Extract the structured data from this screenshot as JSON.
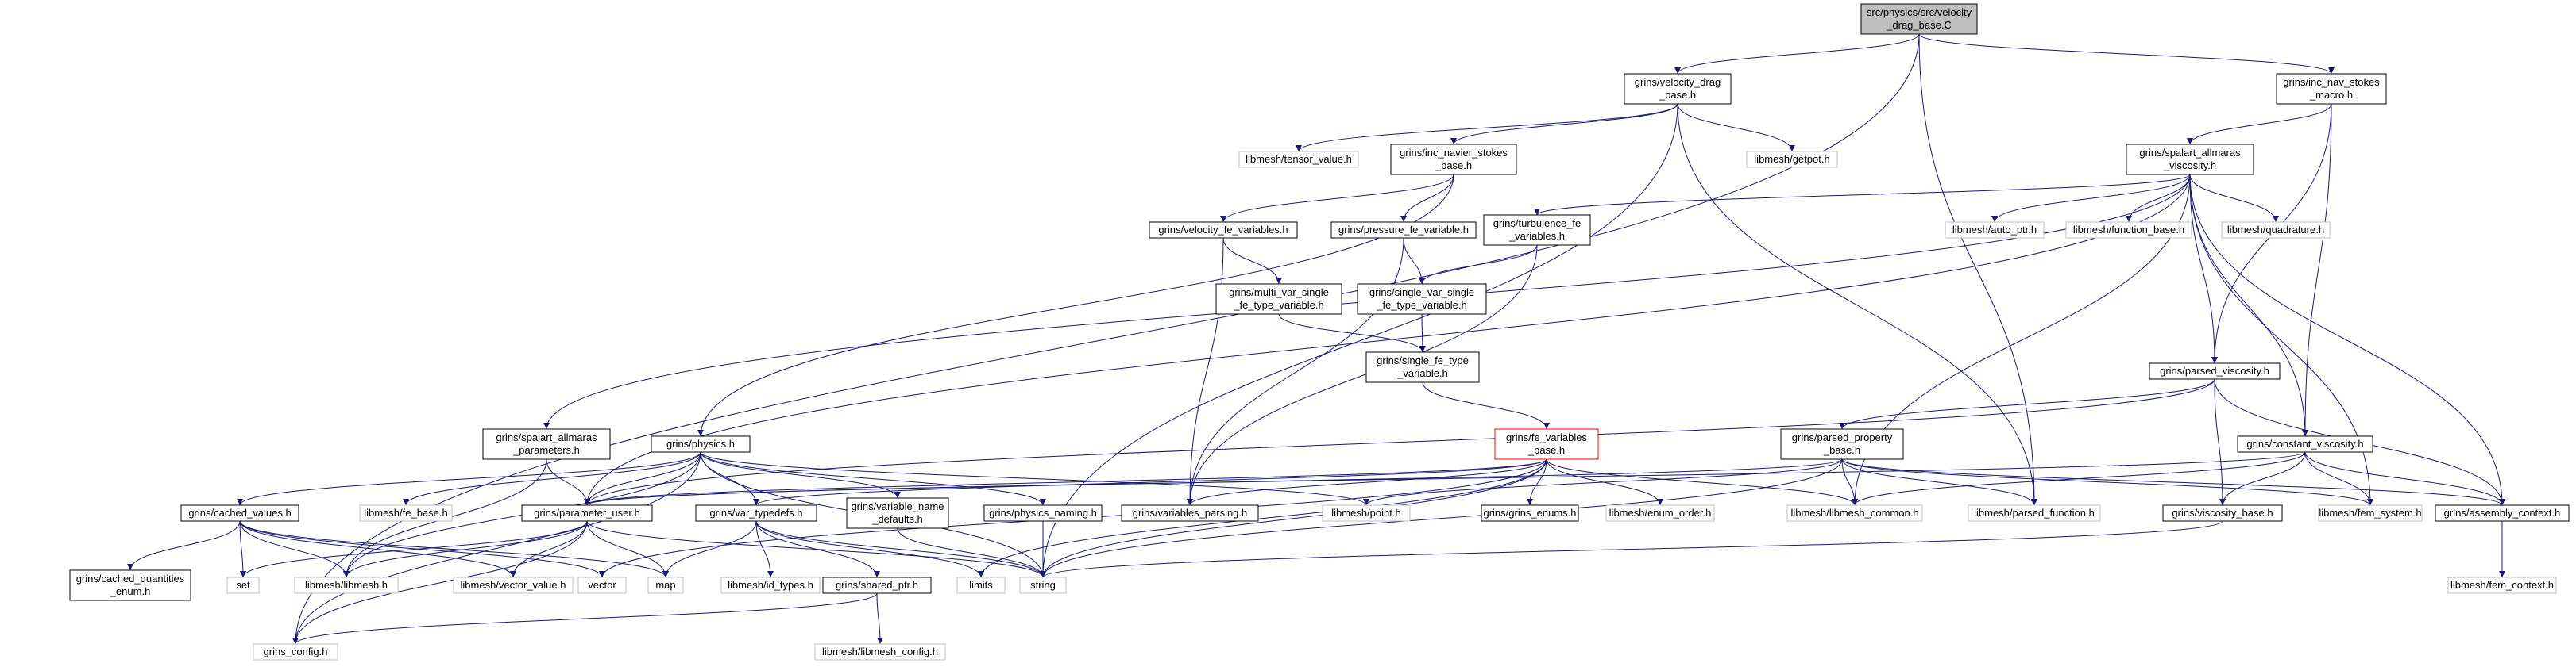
{
  "colors": {
    "edge": "#191970",
    "node_border": "#000000",
    "external_border": "#bfbfbf",
    "root_fill": "#bfbfbf",
    "highlight_border": "#ff0000",
    "text": "#000000"
  },
  "nodes": [
    {
      "id": "root",
      "lines": [
        "src/physics/src/velocity",
        "_drag_base.C"
      ],
      "style": "root"
    },
    {
      "id": "vdb",
      "lines": [
        "grins/velocity_drag",
        "_base.h"
      ],
      "style": "normal"
    },
    {
      "id": "insm",
      "lines": [
        "grins/inc_nav_stokes",
        "_macro.h"
      ],
      "style": "normal"
    },
    {
      "id": "tensor",
      "lines": [
        "libmesh/tensor_value.h"
      ],
      "style": "external"
    },
    {
      "id": "insb",
      "lines": [
        "grins/inc_navier_stokes",
        "_base.h"
      ],
      "style": "normal"
    },
    {
      "id": "getpot",
      "lines": [
        "libmesh/getpot.h"
      ],
      "style": "external"
    },
    {
      "id": "sav",
      "lines": [
        "grins/spalart_allmaras",
        "_viscosity.h"
      ],
      "style": "normal"
    },
    {
      "id": "autoptr",
      "lines": [
        "libmesh/auto_ptr.h"
      ],
      "style": "external"
    },
    {
      "id": "funcbase",
      "lines": [
        "libmesh/function_base.h"
      ],
      "style": "external"
    },
    {
      "id": "quad",
      "lines": [
        "libmesh/quadrature.h"
      ],
      "style": "external"
    },
    {
      "id": "velfe",
      "lines": [
        "grins/velocity_fe_variables.h"
      ],
      "style": "normal"
    },
    {
      "id": "presfe",
      "lines": [
        "grins/pressure_fe_variable.h"
      ],
      "style": "normal"
    },
    {
      "id": "turbfe",
      "lines": [
        "grins/turbulence_fe",
        "_variables.h"
      ],
      "style": "normal"
    },
    {
      "id": "multivar",
      "lines": [
        "grins/multi_var_single",
        "_fe_type_variable.h"
      ],
      "style": "normal"
    },
    {
      "id": "singlevar",
      "lines": [
        "grins/single_var_single",
        "_fe_type_variable.h"
      ],
      "style": "normal"
    },
    {
      "id": "singlefe",
      "lines": [
        "grins/single_fe_type",
        "_variable.h"
      ],
      "style": "normal"
    },
    {
      "id": "parsedvisc",
      "lines": [
        "grins/parsed_viscosity.h"
      ],
      "style": "normal"
    },
    {
      "id": "sap",
      "lines": [
        "grins/spalart_allmaras",
        "_parameters.h"
      ],
      "style": "normal"
    },
    {
      "id": "physics",
      "lines": [
        "grins/physics.h"
      ],
      "style": "normal"
    },
    {
      "id": "fevar",
      "lines": [
        "grins/fe_variables",
        "_base.h"
      ],
      "style": "highlight"
    },
    {
      "id": "parsedprop",
      "lines": [
        "grins/parsed_property",
        "_base.h"
      ],
      "style": "normal"
    },
    {
      "id": "constvisc",
      "lines": [
        "grins/constant_viscosity.h"
      ],
      "style": "normal"
    },
    {
      "id": "cached",
      "lines": [
        "grins/cached_values.h"
      ],
      "style": "normal"
    },
    {
      "id": "febase",
      "lines": [
        "libmesh/fe_base.h"
      ],
      "style": "external"
    },
    {
      "id": "paramuser",
      "lines": [
        "grins/parameter_user.h"
      ],
      "style": "normal"
    },
    {
      "id": "vartypedefs",
      "lines": [
        "grins/var_typedefs.h"
      ],
      "style": "normal"
    },
    {
      "id": "varname",
      "lines": [
        "grins/variable_name",
        "_defaults.h"
      ],
      "style": "normal"
    },
    {
      "id": "physnaming",
      "lines": [
        "grins/physics_naming.h"
      ],
      "style": "normal"
    },
    {
      "id": "varparse",
      "lines": [
        "grins/variables_parsing.h"
      ],
      "style": "normal"
    },
    {
      "id": "point",
      "lines": [
        "libmesh/point.h"
      ],
      "style": "external"
    },
    {
      "id": "enums",
      "lines": [
        "grins/grins_enums.h"
      ],
      "style": "normal"
    },
    {
      "id": "enumorder",
      "lines": [
        "libmesh/enum_order.h"
      ],
      "style": "external"
    },
    {
      "id": "lmcommon",
      "lines": [
        "libmesh/libmesh_common.h"
      ],
      "style": "external"
    },
    {
      "id": "parsedfunc",
      "lines": [
        "libmesh/parsed_function.h"
      ],
      "style": "external"
    },
    {
      "id": "viscbase",
      "lines": [
        "grins/viscosity_base.h"
      ],
      "style": "normal"
    },
    {
      "id": "femsys",
      "lines": [
        "libmesh/fem_system.h"
      ],
      "style": "external"
    },
    {
      "id": "assembly",
      "lines": [
        "grins/assembly_context.h"
      ],
      "style": "normal"
    },
    {
      "id": "cachedq",
      "lines": [
        "grins/cached_quantities",
        "_enum.h"
      ],
      "style": "normal"
    },
    {
      "id": "set",
      "lines": [
        "set"
      ],
      "style": "external"
    },
    {
      "id": "libmesh",
      "lines": [
        "libmesh/libmesh.h"
      ],
      "style": "external"
    },
    {
      "id": "vecval",
      "lines": [
        "libmesh/vector_value.h"
      ],
      "style": "external"
    },
    {
      "id": "vector",
      "lines": [
        "vector"
      ],
      "style": "external"
    },
    {
      "id": "map",
      "lines": [
        "map"
      ],
      "style": "external"
    },
    {
      "id": "idtypes",
      "lines": [
        "libmesh/id_types.h"
      ],
      "style": "external"
    },
    {
      "id": "limits",
      "lines": [
        "limits"
      ],
      "style": "external"
    },
    {
      "id": "string",
      "lines": [
        "string"
      ],
      "style": "external"
    },
    {
      "id": "sharedptr",
      "lines": [
        "grins/shared_ptr.h"
      ],
      "style": "normal"
    },
    {
      "id": "femctx",
      "lines": [
        "libmesh/fem_context.h"
      ],
      "style": "external"
    },
    {
      "id": "grinsconfig",
      "lines": [
        "grins_config.h"
      ],
      "style": "external"
    },
    {
      "id": "lmconfig",
      "lines": [
        "libmesh/libmesh_config.h"
      ],
      "style": "external"
    }
  ],
  "edges": [
    [
      "root",
      "vdb"
    ],
    [
      "root",
      "insm"
    ],
    [
      "root",
      "parsedfunc"
    ],
    [
      "root",
      "grinsconfig"
    ],
    [
      "vdb",
      "tensor"
    ],
    [
      "vdb",
      "insb"
    ],
    [
      "vdb",
      "getpot"
    ],
    [
      "vdb",
      "string"
    ],
    [
      "vdb",
      "parsedfunc"
    ],
    [
      "insm",
      "sav"
    ],
    [
      "insm",
      "parsedvisc"
    ],
    [
      "insm",
      "constvisc"
    ],
    [
      "insb",
      "physics"
    ],
    [
      "insb",
      "velfe"
    ],
    [
      "insb",
      "presfe"
    ],
    [
      "sav",
      "autoptr"
    ],
    [
      "sav",
      "funcbase"
    ],
    [
      "sav",
      "quad"
    ],
    [
      "sav",
      "turbfe"
    ],
    [
      "sav",
      "sap"
    ],
    [
      "sav",
      "paramuser"
    ],
    [
      "sav",
      "parsedvisc"
    ],
    [
      "sav",
      "constvisc"
    ],
    [
      "sav",
      "lmcommon"
    ],
    [
      "sav",
      "femsys"
    ],
    [
      "sav",
      "assembly"
    ],
    [
      "velfe",
      "multivar"
    ],
    [
      "velfe",
      "varparse"
    ],
    [
      "presfe",
      "singlevar"
    ],
    [
      "presfe",
      "varparse"
    ],
    [
      "turbfe",
      "singlevar"
    ],
    [
      "turbfe",
      "varparse"
    ],
    [
      "multivar",
      "singlefe"
    ],
    [
      "singlevar",
      "singlefe"
    ],
    [
      "singlefe",
      "fevar"
    ],
    [
      "parsedvisc",
      "parsedprop"
    ],
    [
      "parsedvisc",
      "paramuser"
    ],
    [
      "parsedvisc",
      "viscbase"
    ],
    [
      "parsedvisc",
      "assembly"
    ],
    [
      "sap",
      "paramuser"
    ],
    [
      "sap",
      "libmesh"
    ],
    [
      "physics",
      "cached"
    ],
    [
      "physics",
      "febase"
    ],
    [
      "physics",
      "paramuser"
    ],
    [
      "physics",
      "vartypedefs"
    ],
    [
      "physics",
      "varname"
    ],
    [
      "physics",
      "physnaming"
    ],
    [
      "physics",
      "point"
    ],
    [
      "physics",
      "string"
    ],
    [
      "physics",
      "libmesh"
    ],
    [
      "physics",
      "grinsconfig"
    ],
    [
      "fevar",
      "paramuser"
    ],
    [
      "fevar",
      "vartypedefs"
    ],
    [
      "fevar",
      "varparse"
    ],
    [
      "fevar",
      "enums"
    ],
    [
      "fevar",
      "enumorder"
    ],
    [
      "fevar",
      "lmcommon"
    ],
    [
      "fevar",
      "string"
    ],
    [
      "fevar",
      "vector"
    ],
    [
      "fevar",
      "limits"
    ],
    [
      "parsedprop",
      "paramuser"
    ],
    [
      "parsedprop",
      "lmcommon"
    ],
    [
      "parsedprop",
      "parsedfunc"
    ],
    [
      "parsedprop",
      "femsys"
    ],
    [
      "parsedprop",
      "assembly"
    ],
    [
      "parsedprop",
      "point"
    ],
    [
      "parsedprop",
      "string"
    ],
    [
      "constvisc",
      "viscbase"
    ],
    [
      "constvisc",
      "lmcommon"
    ],
    [
      "constvisc",
      "femsys"
    ],
    [
      "constvisc",
      "assembly"
    ],
    [
      "constvisc",
      "paramuser"
    ],
    [
      "cached",
      "cachedq"
    ],
    [
      "cached",
      "set"
    ],
    [
      "cached",
      "libmesh"
    ],
    [
      "cached",
      "vecval"
    ],
    [
      "cached",
      "vector"
    ],
    [
      "cached",
      "map"
    ],
    [
      "paramuser",
      "set"
    ],
    [
      "paramuser",
      "libmesh"
    ],
    [
      "paramuser",
      "vecval"
    ],
    [
      "paramuser",
      "map"
    ],
    [
      "paramuser",
      "string"
    ],
    [
      "paramuser",
      "grinsconfig"
    ],
    [
      "vartypedefs",
      "map"
    ],
    [
      "vartypedefs",
      "idtypes"
    ],
    [
      "vartypedefs",
      "sharedptr"
    ],
    [
      "vartypedefs",
      "limits"
    ],
    [
      "vartypedefs",
      "string"
    ],
    [
      "varname",
      "string"
    ],
    [
      "physnaming",
      "string"
    ],
    [
      "viscbase",
      "string"
    ],
    [
      "assembly",
      "femctx"
    ],
    [
      "sharedptr",
      "grinsconfig"
    ],
    [
      "sharedptr",
      "lmconfig"
    ]
  ]
}
